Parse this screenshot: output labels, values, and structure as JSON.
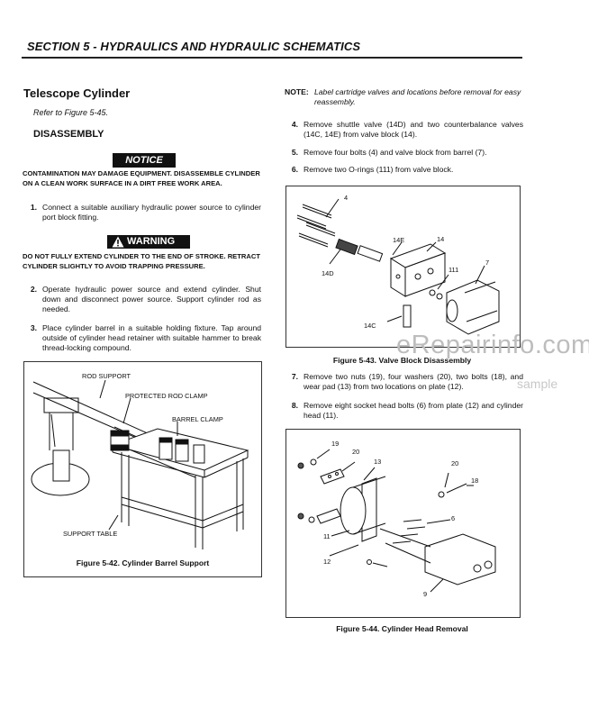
{
  "header": {
    "section_title": "SECTION 5 - HYDRAULICS AND HYDRAULIC SCHEMATICS"
  },
  "left": {
    "heading": "Telescope Cylinder",
    "refer": "Refer to Figure 5-45.",
    "subheading": "DISASSEMBLY",
    "notice_badge": "NOTICE",
    "notice_text": "CONTAMINATION MAY DAMAGE EQUIPMENT. DISASSEMBLE CYLINDER ON A CLEAN WORK SURFACE IN A DIRT FREE WORK AREA.",
    "step1": {
      "num": "1.",
      "text": "Connect a suitable auxiliary hydraulic power source to cylinder port block fitting."
    },
    "warning_badge": "WARNING",
    "warning_text": "DO NOT FULLY EXTEND CYLINDER TO THE END OF STROKE. RETRACT CYLINDER SLIGHTLY TO AVOID TRAPPING PRESSURE.",
    "step2": {
      "num": "2.",
      "text": "Operate hydraulic power source and extend cylinder. Shut down and disconnect power source. Support cylinder rod as needed."
    },
    "step3": {
      "num": "3.",
      "text": "Place cylinder barrel in a suitable holding fixture. Tap around outside of cylinder head retainer with suitable hammer to break thread-locking compound."
    },
    "figure42": {
      "labels": {
        "rod_support": "ROD SUPPORT",
        "protected_rod_clamp": "PROTECTED ROD CLAMP",
        "barrel_clamp": "BARREL CLAMP",
        "support_table": "SUPPORT TABLE"
      },
      "caption": "Figure 5-42. Cylinder Barrel Support"
    }
  },
  "right": {
    "note_label": "NOTE:",
    "note_text": "Label cartridge valves and locations before removal for easy reassembly.",
    "step4": {
      "num": "4.",
      "text": "Remove shuttle valve (14D) and two counterbalance valves (14C, 14E) from valve block (14)."
    },
    "step5": {
      "num": "5.",
      "text": "Remove four bolts (4) and valve block from barrel (7)."
    },
    "step6": {
      "num": "6.",
      "text": "Remove two O-rings (111) from valve block."
    },
    "figure43": {
      "labels": {
        "l4": "4",
        "l14e": "14E",
        "l14": "14",
        "l14d": "14D",
        "l111": "111",
        "l7": "7",
        "l14c": "14C"
      },
      "caption": "Figure 5-43. Valve Block Disassembly"
    },
    "step7": {
      "num": "7.",
      "text": "Remove two nuts (19), four washers (20), two bolts (18), and wear pad (13) from two locations on plate (12)."
    },
    "step8": {
      "num": "8.",
      "text": "Remove eight socket head bolts (6) from plate (12) and cylinder head (11)."
    },
    "figure44": {
      "labels": {
        "l19": "19",
        "l20a": "20",
        "l13": "13",
        "l20b": "20",
        "l18": "18",
        "l6": "6",
        "l11": "11",
        "l12": "12",
        "l9": "9"
      },
      "caption": "Figure 5-44. Cylinder Head Removal"
    }
  },
  "watermark": {
    "main": "eRepairinfo.com",
    "sub": "sample"
  }
}
